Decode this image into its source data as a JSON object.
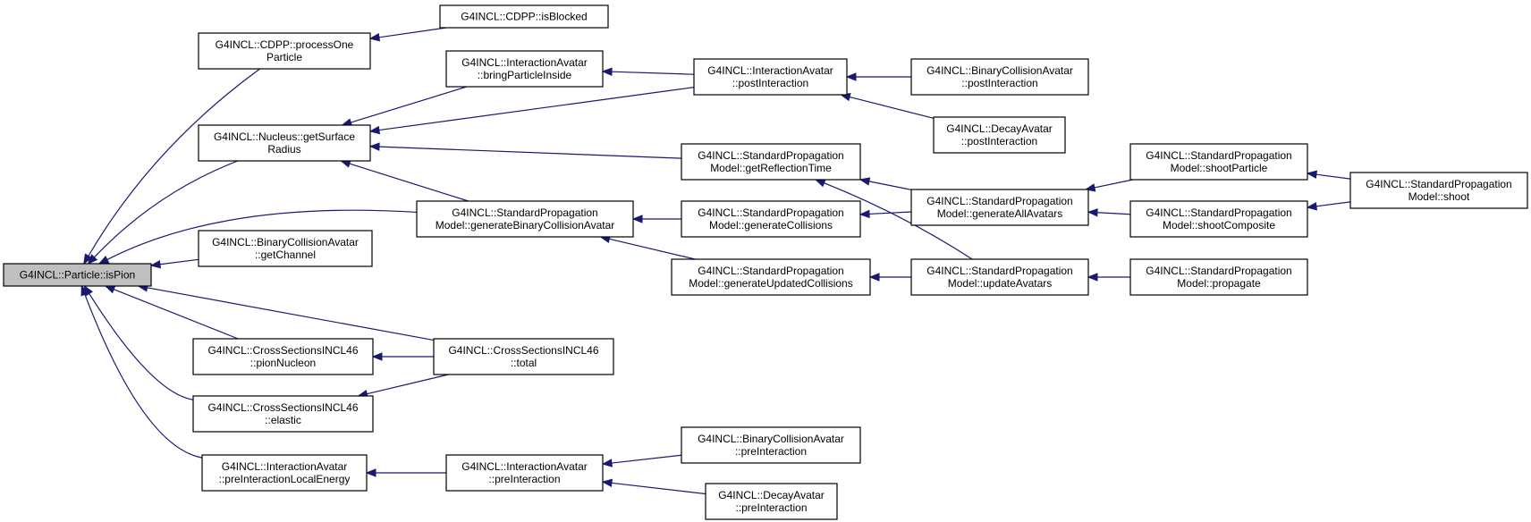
{
  "graph": {
    "nodes": [
      {
        "id": "isPion",
        "lines": [
          "G4INCL::Particle::isPion"
        ],
        "root": true
      },
      {
        "id": "processOne",
        "lines": [
          "G4INCL::CDPP::processOne",
          "Particle"
        ]
      },
      {
        "id": "isBlocked",
        "lines": [
          "G4INCL::CDPP::isBlocked"
        ]
      },
      {
        "id": "surfRadius",
        "lines": [
          "G4INCL::Nucleus::getSurface",
          "Radius"
        ]
      },
      {
        "id": "bringInside",
        "lines": [
          "G4INCL::InteractionAvatar",
          "::bringParticleInside"
        ]
      },
      {
        "id": "iaPost",
        "lines": [
          "G4INCL::InteractionAvatar",
          "::postInteraction"
        ]
      },
      {
        "id": "bcaPost",
        "lines": [
          "G4INCL::BinaryCollisionAvatar",
          "::postInteraction"
        ]
      },
      {
        "id": "daPost",
        "lines": [
          "G4INCL::DecayAvatar",
          "::postInteraction"
        ]
      },
      {
        "id": "reflTime",
        "lines": [
          "G4INCL::StandardPropagation",
          "Model::getReflectionTime"
        ]
      },
      {
        "id": "genBCA",
        "lines": [
          "G4INCL::StandardPropagation",
          "Model::generateBinaryCollisionAvatar"
        ]
      },
      {
        "id": "genColl",
        "lines": [
          "G4INCL::StandardPropagation",
          "Model::generateCollisions"
        ]
      },
      {
        "id": "genUpd",
        "lines": [
          "G4INCL::StandardPropagation",
          "Model::generateUpdatedCollisions"
        ]
      },
      {
        "id": "genAll",
        "lines": [
          "G4INCL::StandardPropagation",
          "Model::generateAllAvatars"
        ]
      },
      {
        "id": "updAv",
        "lines": [
          "G4INCL::StandardPropagation",
          "Model::updateAvatars"
        ]
      },
      {
        "id": "shootPart",
        "lines": [
          "G4INCL::StandardPropagation",
          "Model::shootParticle"
        ]
      },
      {
        "id": "shootComp",
        "lines": [
          "G4INCL::StandardPropagation",
          "Model::shootComposite"
        ]
      },
      {
        "id": "propagate",
        "lines": [
          "G4INCL::StandardPropagation",
          "Model::propagate"
        ]
      },
      {
        "id": "shoot",
        "lines": [
          "G4INCL::StandardPropagation",
          "Model::shoot"
        ]
      },
      {
        "id": "getChannel",
        "lines": [
          "G4INCL::BinaryCollisionAvatar",
          "::getChannel"
        ]
      },
      {
        "id": "pionNucleon",
        "lines": [
          "G4INCL::CrossSectionsINCL46",
          "::pionNucleon"
        ]
      },
      {
        "id": "total",
        "lines": [
          "G4INCL::CrossSectionsINCL46",
          "::total"
        ]
      },
      {
        "id": "elastic",
        "lines": [
          "G4INCL::CrossSectionsINCL46",
          "::elastic"
        ]
      },
      {
        "id": "preLocal",
        "lines": [
          "G4INCL::InteractionAvatar",
          "::preInteractionLocalEnergy"
        ]
      },
      {
        "id": "iaPre",
        "lines": [
          "G4INCL::InteractionAvatar",
          "::preInteraction"
        ]
      },
      {
        "id": "bcaPre",
        "lines": [
          "G4INCL::BinaryCollisionAvatar",
          "::preInteraction"
        ]
      },
      {
        "id": "daPre",
        "lines": [
          "G4INCL::DecayAvatar",
          "::preInteraction"
        ]
      }
    ],
    "edges": [
      {
        "from": "processOne",
        "to": "isPion"
      },
      {
        "from": "surfRadius",
        "to": "isPion"
      },
      {
        "from": "genBCA",
        "to": "isPion"
      },
      {
        "from": "getChannel",
        "to": "isPion"
      },
      {
        "from": "total",
        "to": "isPion"
      },
      {
        "from": "pionNucleon",
        "to": "isPion"
      },
      {
        "from": "elastic",
        "to": "isPion"
      },
      {
        "from": "preLocal",
        "to": "isPion"
      },
      {
        "from": "isBlocked",
        "to": "processOne"
      },
      {
        "from": "bringInside",
        "to": "surfRadius"
      },
      {
        "from": "iaPost",
        "to": "surfRadius"
      },
      {
        "from": "reflTime",
        "to": "surfRadius"
      },
      {
        "from": "genBCA",
        "to": "surfRadius"
      },
      {
        "from": "iaPost",
        "to": "bringInside"
      },
      {
        "from": "bcaPost",
        "to": "iaPost"
      },
      {
        "from": "daPost",
        "to": "iaPost"
      },
      {
        "from": "genAll",
        "to": "reflTime"
      },
      {
        "from": "updAv",
        "to": "reflTime"
      },
      {
        "from": "genColl",
        "to": "genBCA"
      },
      {
        "from": "genUpd",
        "to": "genBCA"
      },
      {
        "from": "genAll",
        "to": "genColl"
      },
      {
        "from": "updAv",
        "to": "genUpd"
      },
      {
        "from": "shootPart",
        "to": "genAll"
      },
      {
        "from": "shootComp",
        "to": "genAll"
      },
      {
        "from": "propagate",
        "to": "updAv"
      },
      {
        "from": "shoot",
        "to": "shootPart"
      },
      {
        "from": "shoot",
        "to": "shootComp"
      },
      {
        "from": "total",
        "to": "pionNucleon"
      },
      {
        "from": "total",
        "to": "elastic"
      },
      {
        "from": "iaPre",
        "to": "preLocal"
      },
      {
        "from": "bcaPre",
        "to": "iaPre"
      },
      {
        "from": "daPre",
        "to": "iaPre"
      }
    ]
  }
}
